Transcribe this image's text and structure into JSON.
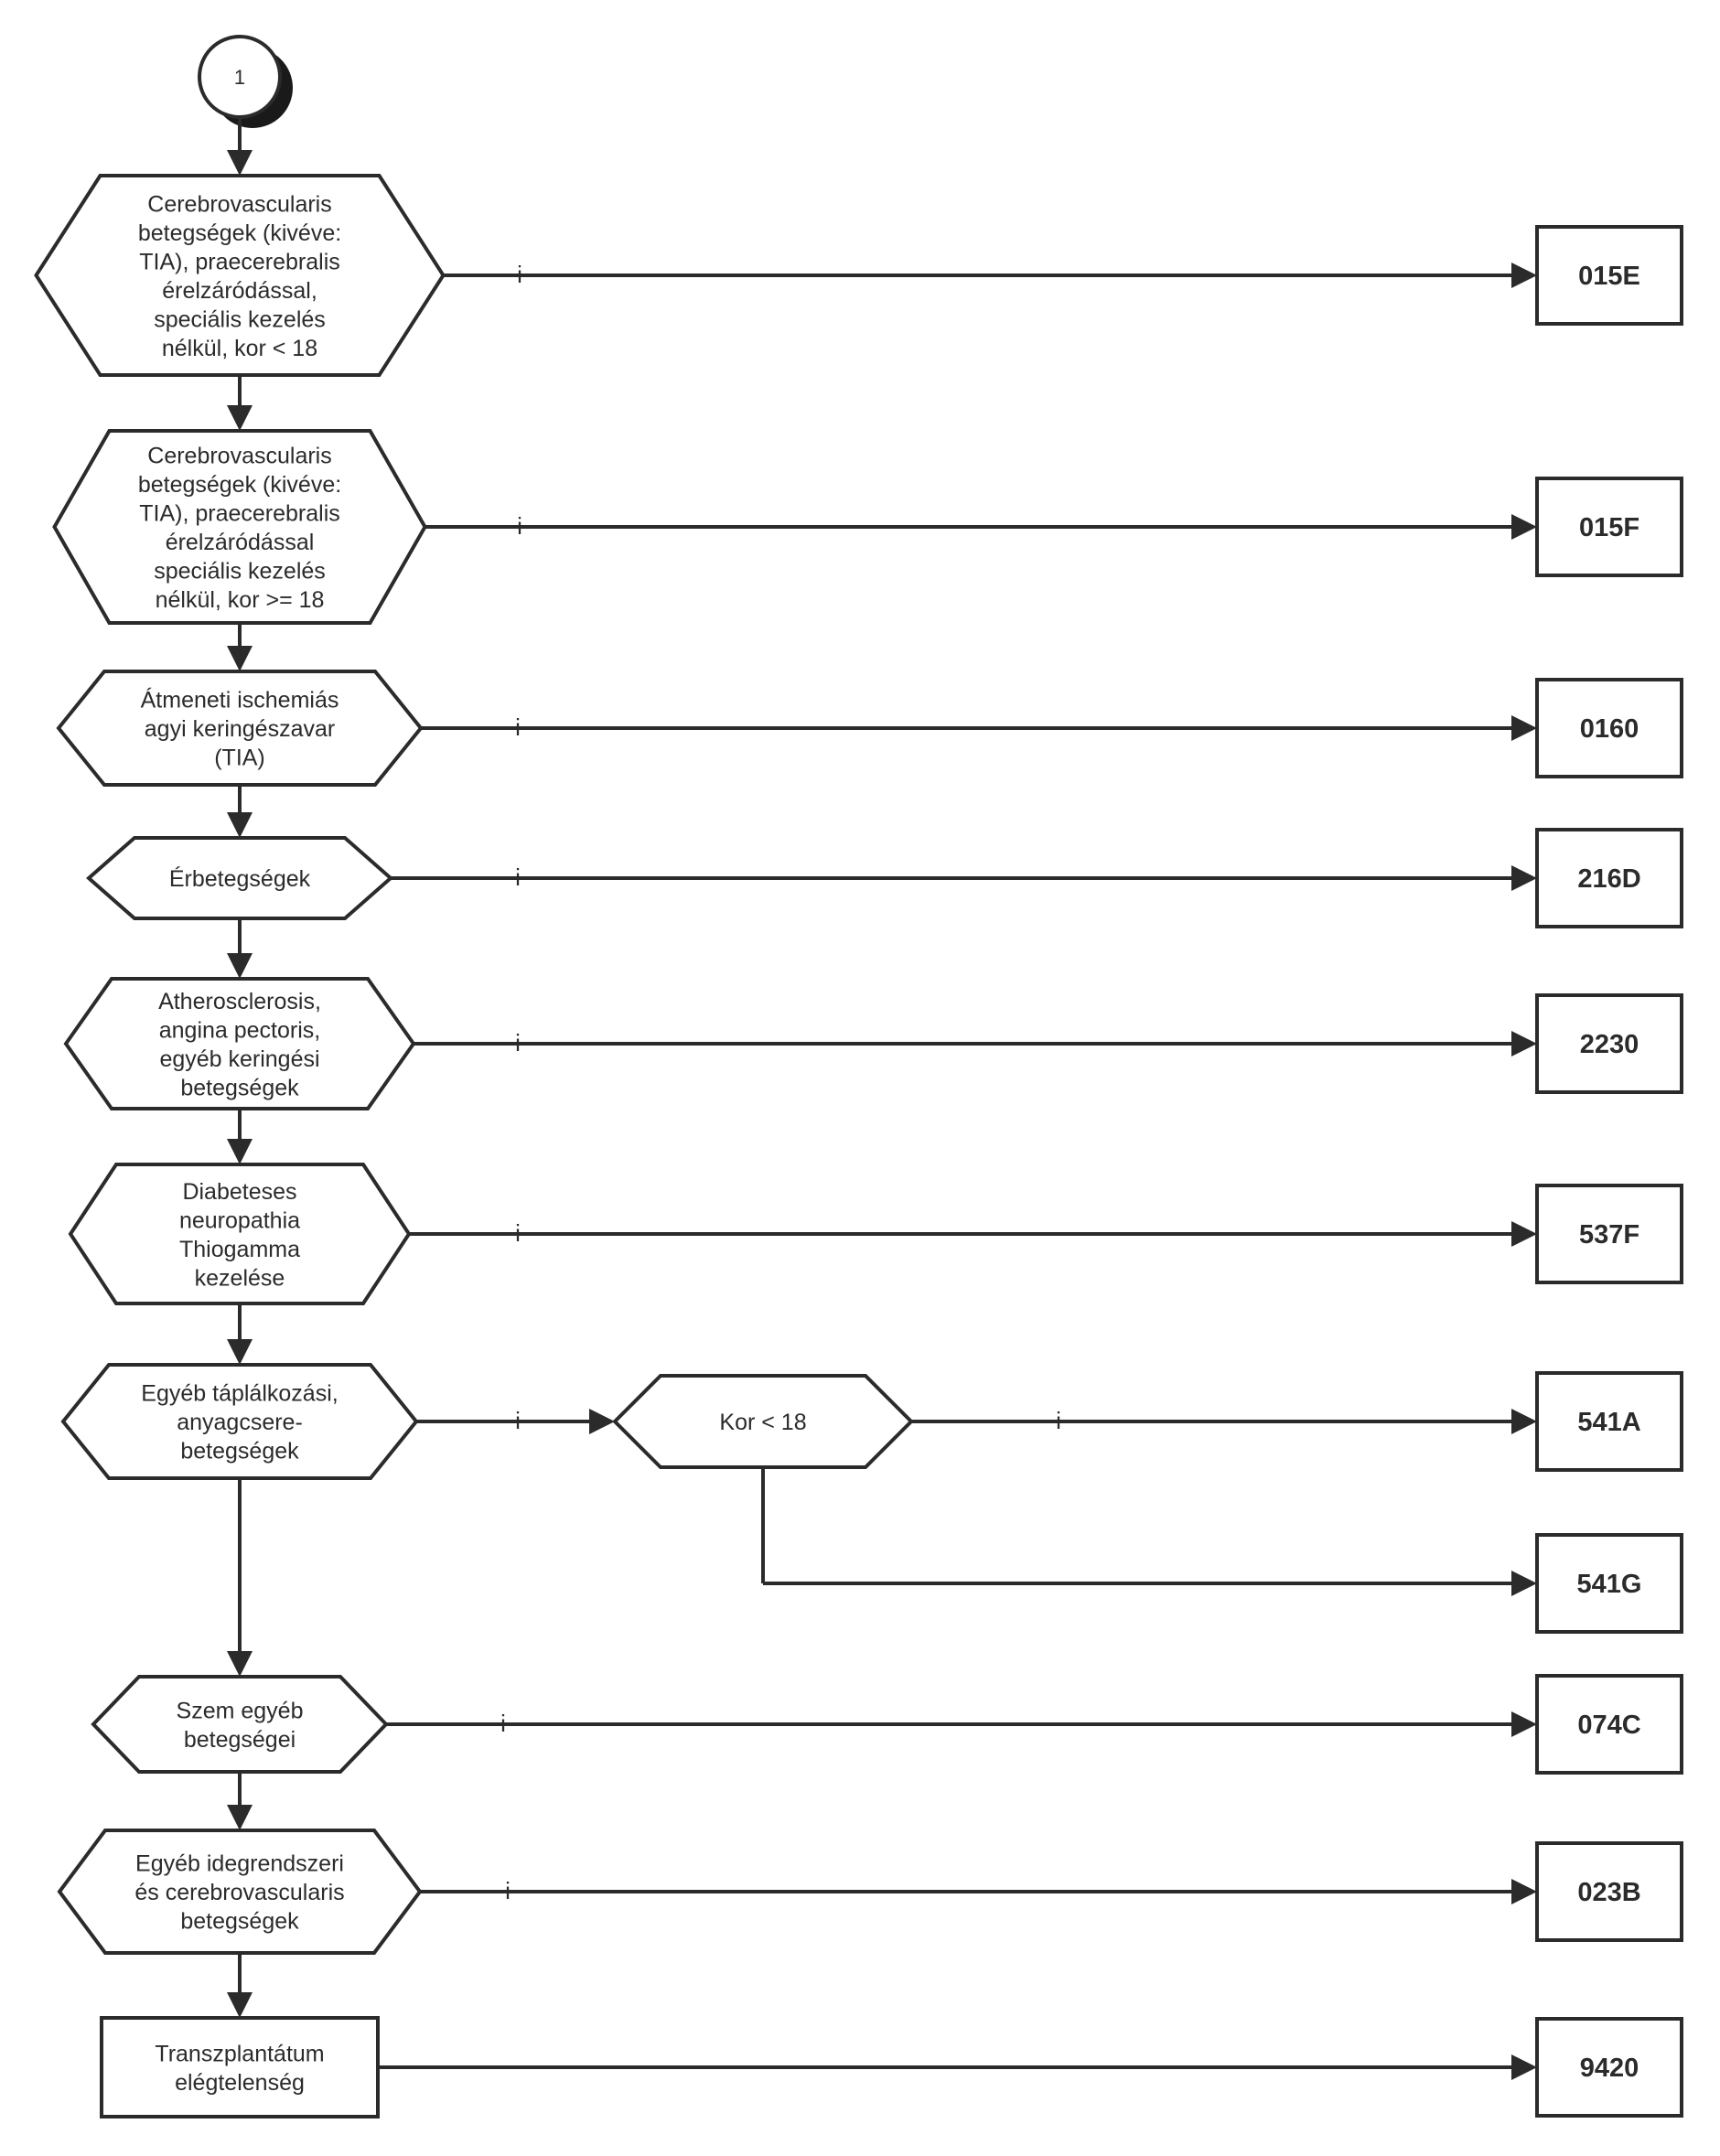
{
  "start_connector": {
    "label": "1"
  },
  "branch_mark": "i",
  "steps": [
    {
      "id": "step-1",
      "kind": "hexagon",
      "label_lines": [
        "Cerebrovascularis",
        "betegségek (kivéve:",
        "TIA), praecerebralis",
        "érelzáródással,",
        "speciális kezelés",
        "nélkül, kor < 18"
      ],
      "outcome": "015E"
    },
    {
      "id": "step-2",
      "kind": "hexagon",
      "label_lines": [
        "Cerebrovascularis",
        "betegségek (kivéve:",
        "TIA), praecerebralis",
        "érelzáródással",
        "speciális kezelés",
        "nélkül, kor >= 18"
      ],
      "outcome": "015F"
    },
    {
      "id": "step-3",
      "kind": "hexagon",
      "label_lines": [
        "Átmeneti ischemiás",
        "agyi keringészavar",
        "(TIA)"
      ],
      "outcome": "0160"
    },
    {
      "id": "step-4",
      "kind": "hexagon",
      "label_lines": [
        "Érbetegségek"
      ],
      "outcome": "216D"
    },
    {
      "id": "step-5",
      "kind": "hexagon",
      "label_lines": [
        "Atherosclerosis,",
        "angina pectoris,",
        "egyéb keringési",
        "betegségek"
      ],
      "outcome": "2230"
    },
    {
      "id": "step-6",
      "kind": "hexagon",
      "label_lines": [
        "Diabeteses",
        "neuropathia",
        "Thiogamma",
        "kezelése"
      ],
      "outcome": "537F"
    },
    {
      "id": "step-7",
      "kind": "hexagon",
      "label_lines": [
        "Egyéb táplálkozási,",
        "anyagcsere-",
        "betegségek"
      ],
      "sub_decision": {
        "label_lines": [
          "Kor < 18"
        ],
        "outcome_yes": "541A",
        "outcome_no": "541G"
      }
    },
    {
      "id": "step-8",
      "kind": "hexagon",
      "label_lines": [
        "Szem egyéb",
        "betegségei"
      ],
      "outcome": "074C"
    },
    {
      "id": "step-9",
      "kind": "hexagon",
      "label_lines": [
        "Egyéb idegrendszeri",
        "és cerebrovascularis",
        "betegségek"
      ],
      "outcome": "023B"
    },
    {
      "id": "step-10",
      "kind": "rectangle",
      "label_lines": [
        "Transzplantátum",
        "elégtelenség"
      ],
      "outcome": "9420"
    }
  ]
}
